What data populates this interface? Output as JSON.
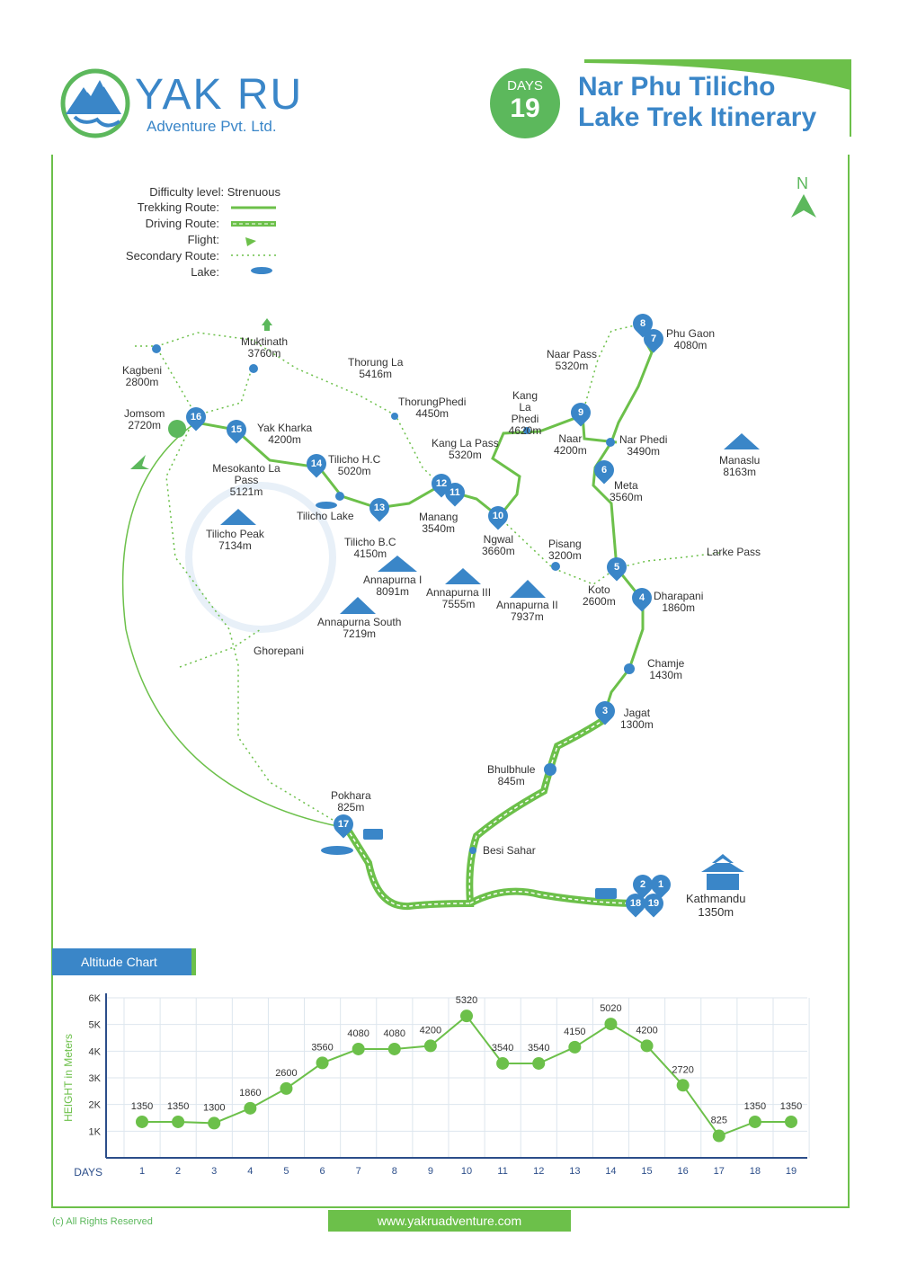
{
  "brand": {
    "name_part1": "YAK",
    "name_part2": "RU",
    "subtitle": "Adventure Pvt. Ltd."
  },
  "days_badge": {
    "label": "DAYS",
    "value": "19"
  },
  "title": {
    "line1": "Nar Phu Tilicho",
    "line2": "Lake Trek Itinerary"
  },
  "north_label": "N",
  "legend": {
    "difficulty_label": "Difficulty level:",
    "difficulty_value": "Strenuous",
    "trekking": "Trekking Route:",
    "driving": "Driving Route:",
    "flight": "Flight:",
    "secondary": "Secondary Route:",
    "lake": "Lake:"
  },
  "places": [
    {
      "id": "muktinath",
      "name": "Muktinath",
      "alt": "3760m"
    },
    {
      "id": "kagbeni",
      "name": "Kagbeni",
      "alt": "2800m"
    },
    {
      "id": "thorung-la",
      "name": "Thorung La",
      "alt": "5416m"
    },
    {
      "id": "thorungphedi",
      "name": "ThorungPhedi",
      "alt": "4450m"
    },
    {
      "id": "jomsom",
      "name": "Jomsom",
      "alt": "2720m"
    },
    {
      "id": "yak-kharka",
      "name": "Yak Kharka",
      "alt": "4200m"
    },
    {
      "id": "mesokanto",
      "name": "Mesokanto La Pass",
      "alt": "5121m"
    },
    {
      "id": "tilicho-hc",
      "name": "Tilicho H.C",
      "alt": "5020m"
    },
    {
      "id": "tilicho-lake",
      "name": "Tilicho Lake",
      "alt": ""
    },
    {
      "id": "tilicho-bc",
      "name": "Tilicho B.C",
      "alt": "4150m"
    },
    {
      "id": "manang",
      "name": "Manang",
      "alt": "3540m"
    },
    {
      "id": "ngwal",
      "name": "Ngwal",
      "alt": "3660m"
    },
    {
      "id": "kang-la-pass",
      "name": "Kang La Pass",
      "alt": "5320m"
    },
    {
      "id": "kang-la-phedi",
      "name": "Kang La Phedi",
      "alt": "4620m"
    },
    {
      "id": "naar-pass",
      "name": "Naar Pass",
      "alt": "5320m"
    },
    {
      "id": "phu-gaon",
      "name": "Phu Gaon",
      "alt": "4080m"
    },
    {
      "id": "naar",
      "name": "Naar",
      "alt": "4200m"
    },
    {
      "id": "nar-phedi",
      "name": "Nar Phedi",
      "alt": "3490m"
    },
    {
      "id": "manaslu",
      "name": "Manaslu",
      "alt": "8163m"
    },
    {
      "id": "meta",
      "name": "Meta",
      "alt": "3560m"
    },
    {
      "id": "larke-pass",
      "name": "Larke Pass",
      "alt": ""
    },
    {
      "id": "pisang",
      "name": "Pisang",
      "alt": "3200m"
    },
    {
      "id": "koto",
      "name": "Koto",
      "alt": "2600m"
    },
    {
      "id": "dharapani",
      "name": "Dharapani",
      "alt": "1860m"
    },
    {
      "id": "tilicho-peak",
      "name": "Tilicho Peak",
      "alt": "7134m"
    },
    {
      "id": "annapurna-i",
      "name": "Annapurna I",
      "alt": "8091m"
    },
    {
      "id": "annapurna-iii",
      "name": "Annapurna III",
      "alt": "7555m"
    },
    {
      "id": "annapurna-ii",
      "name": "Annapurna II",
      "alt": "7937m"
    },
    {
      "id": "annapurna-south",
      "name": "Annapurna South",
      "alt": "7219m"
    },
    {
      "id": "ghorepani",
      "name": "Ghorepani",
      "alt": ""
    },
    {
      "id": "chamje",
      "name": "Chamje",
      "alt": "1430m"
    },
    {
      "id": "jagat",
      "name": "Jagat",
      "alt": "1300m"
    },
    {
      "id": "bhulbhule",
      "name": "Bhulbhule",
      "alt": "845m"
    },
    {
      "id": "pokhara",
      "name": "Pokhara",
      "alt": "825m"
    },
    {
      "id": "besi-sahar",
      "name": "Besi Sahar",
      "alt": ""
    },
    {
      "id": "kathmandu",
      "name": "Kathmandu",
      "alt": "1350m"
    }
  ],
  "stop_numbers": [
    "1",
    "2",
    "3",
    "4",
    "5",
    "6",
    "7",
    "8",
    "9",
    "10",
    "11",
    "12",
    "13",
    "14",
    "15",
    "16",
    "17",
    "18",
    "19"
  ],
  "altitude_tab": "Altitude Chart",
  "chart_data": {
    "type": "line",
    "ylabel": "HEIGHT in Meters",
    "xlabel": "DAYS",
    "y_ticks": [
      "1K",
      "2K",
      "3K",
      "4K",
      "5K",
      "6K"
    ],
    "ylim": [
      0,
      6000
    ],
    "x": [
      1,
      2,
      3,
      4,
      5,
      6,
      7,
      8,
      9,
      10,
      11,
      12,
      13,
      14,
      15,
      16,
      17,
      18,
      19
    ],
    "values": [
      1350,
      1350,
      1300,
      1860,
      2600,
      3560,
      4080,
      4080,
      4200,
      5320,
      3540,
      3540,
      4150,
      5020,
      4200,
      2720,
      825,
      1350,
      1350
    ],
    "grid": true,
    "color": "#6cc04a"
  },
  "footer": {
    "copyright": "(c) All Rights Reserved",
    "url": "www.yakruadventure.com"
  },
  "colors": {
    "blue": "#3a86c8",
    "green": "#6cc04a"
  }
}
